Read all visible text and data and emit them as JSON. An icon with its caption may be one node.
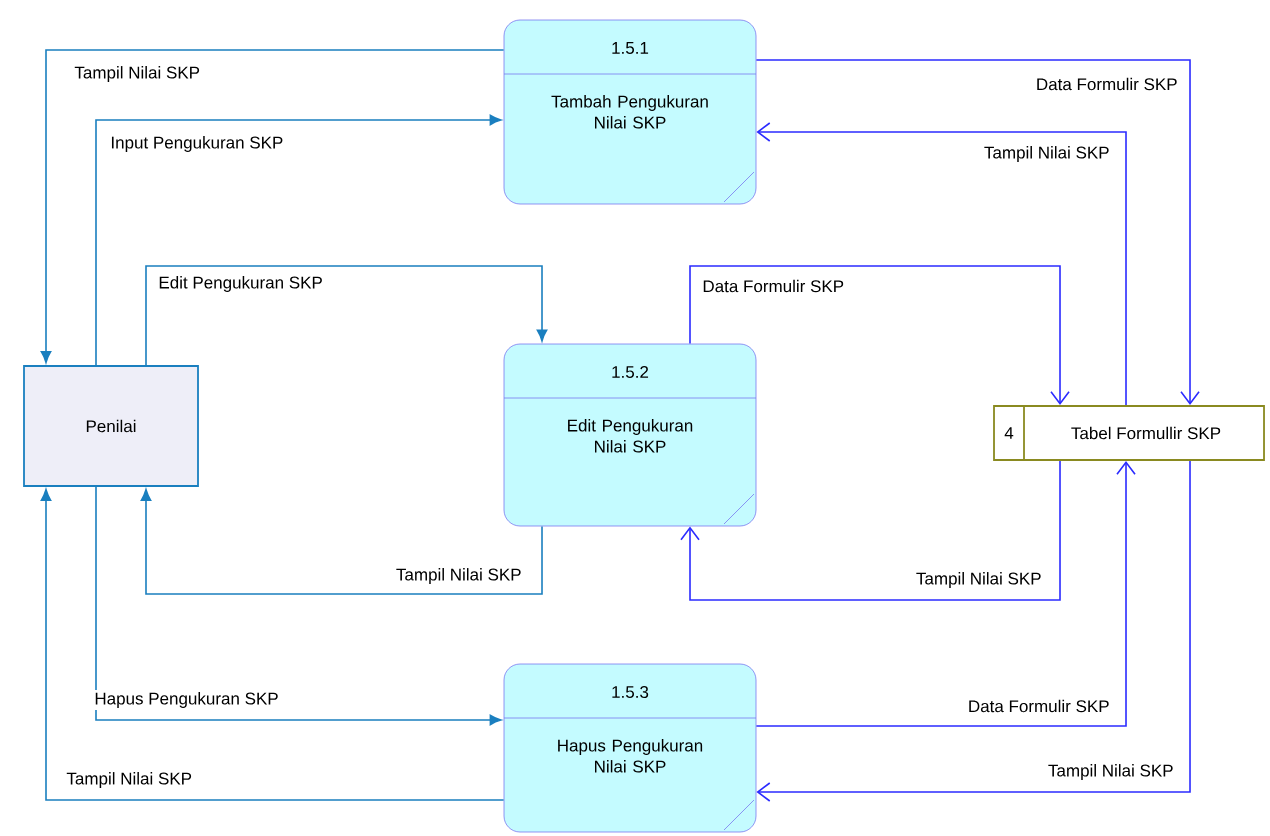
{
  "diagram": {
    "nodes": [
      {
        "text": [
          "Penilai"
        ]
      },
      {
        "text": [
          "1.5.1",
          "Tambah Pengukuran Nilai SKP"
        ]
      },
      {
        "text": [
          "1.5.2",
          "Edit Pengukuran Nilai SKP"
        ]
      },
      {
        "text": [
          "1.5.3",
          "Hapus Pengukuran Nilai SKP"
        ]
      },
      {
        "text": [
          "4",
          "Tabel Formullir SKP"
        ]
      }
    ],
    "edges": [
      {
        "from": 1,
        "to": 0,
        "arrow": "to",
        "label": "Tampil Nilai SKP",
        "color": "#1a7fbf"
      },
      {
        "from": 0,
        "to": 1,
        "arrow": "to",
        "label": "Input Pengukuran SKP",
        "color": "#1a7fbf"
      },
      {
        "from": 0,
        "to": 2,
        "arrow": "to",
        "label": "Edit Pengukuran SKP",
        "color": "#1a7fbf"
      },
      {
        "from": 2,
        "to": 0,
        "arrow": "to",
        "label": "Tampil Nilai SKP",
        "color": "#1a7fbf"
      },
      {
        "from": 0,
        "to": 3,
        "arrow": "to",
        "label": "Hapus Pengukuran SKP",
        "color": "#1a7fbf"
      },
      {
        "from": 3,
        "to": 0,
        "arrow": "to",
        "label": "Tampil Nilai SKP",
        "color": "#1a7fbf"
      },
      {
        "from": 1,
        "to": 4,
        "arrow": "to",
        "label": "Data Formulir SKP",
        "color": "#2b2bff"
      },
      {
        "from": 4,
        "to": 1,
        "arrow": "to",
        "label": "Tampil Nilai SKP",
        "color": "#2b2bff"
      },
      {
        "from": 2,
        "to": 4,
        "arrow": "to",
        "label": "Data Formulir SKP",
        "color": "#2b2bff"
      },
      {
        "from": 4,
        "to": 2,
        "arrow": "to",
        "label": "Tampil Nilai SKP",
        "color": "#2b2bff"
      },
      {
        "from": 3,
        "to": 4,
        "arrow": "to",
        "label": "Data Formulir SKP",
        "color": "#2b2bff"
      },
      {
        "from": 4,
        "to": 3,
        "arrow": "to",
        "label": "Tampil Nilai SKP",
        "color": "#2b2bff"
      }
    ]
  }
}
